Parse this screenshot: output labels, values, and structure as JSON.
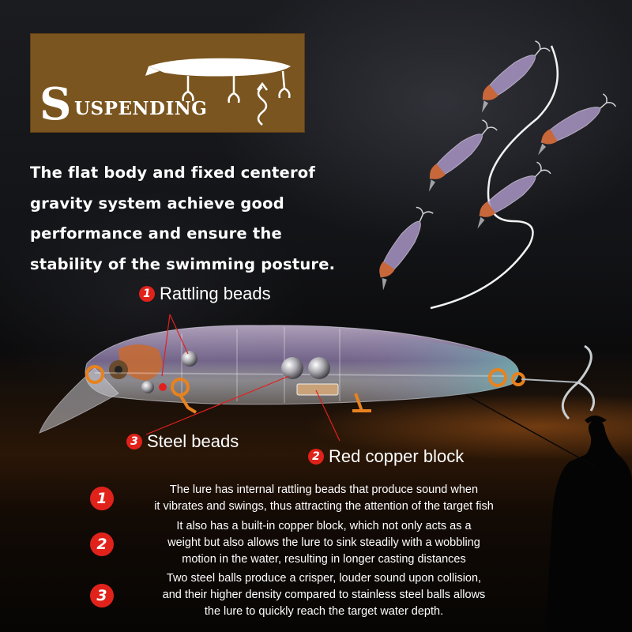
{
  "badge": {
    "initial": "S",
    "rest": "USPENDING"
  },
  "headline": [
    "The flat body and fixed centerof",
    "gravity system achieve good",
    "performance and ensure the",
    "stability of the swimming posture."
  ],
  "callouts": [
    {
      "number": "1",
      "label": "Rattling beads"
    },
    {
      "number": "3",
      "label": "Steel beads"
    },
    {
      "number": "2",
      "label": "Red copper block"
    }
  ],
  "descriptions": [
    {
      "number": "1",
      "lines": [
        "The lure has internal rattling beads that produce sound when",
        "it vibrates and swings, thus attracting the attention of the target fish"
      ]
    },
    {
      "number": "2",
      "lines": [
        "It also has a built-in copper block, which not only acts as a",
        "weight but also allows the lure to sink steadily with a wobbling",
        "motion in the water, resulting in longer casting distances"
      ]
    },
    {
      "number": "3",
      "lines": [
        "Two steel balls produce a crisper, louder sound upon collision,",
        "and their higher density compared to stainless steel balls allows",
        "the lure to quickly reach the target water depth."
      ]
    }
  ],
  "colors": {
    "badge_bg": "#7a551f",
    "accent_red": "#e0221b",
    "accent_orange": "#e8821e"
  }
}
